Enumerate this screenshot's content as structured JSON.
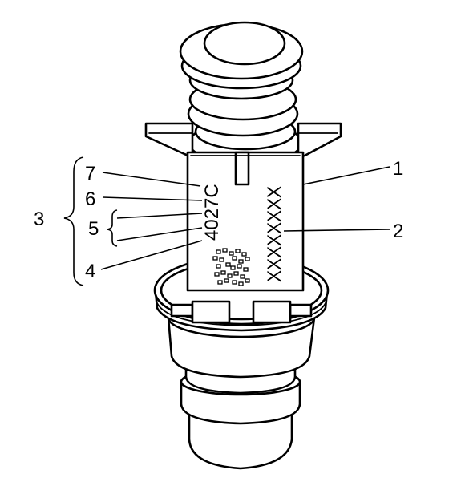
{
  "callouts": {
    "c1": "1",
    "c2": "2",
    "c3": "3",
    "c4": "4",
    "c5": "5",
    "c6": "6",
    "c7": "7"
  },
  "label": {
    "code": "4027C",
    "serial": "XXXXXXXX"
  },
  "colors": {
    "ink": "#000000",
    "paper": "#ffffff"
  }
}
